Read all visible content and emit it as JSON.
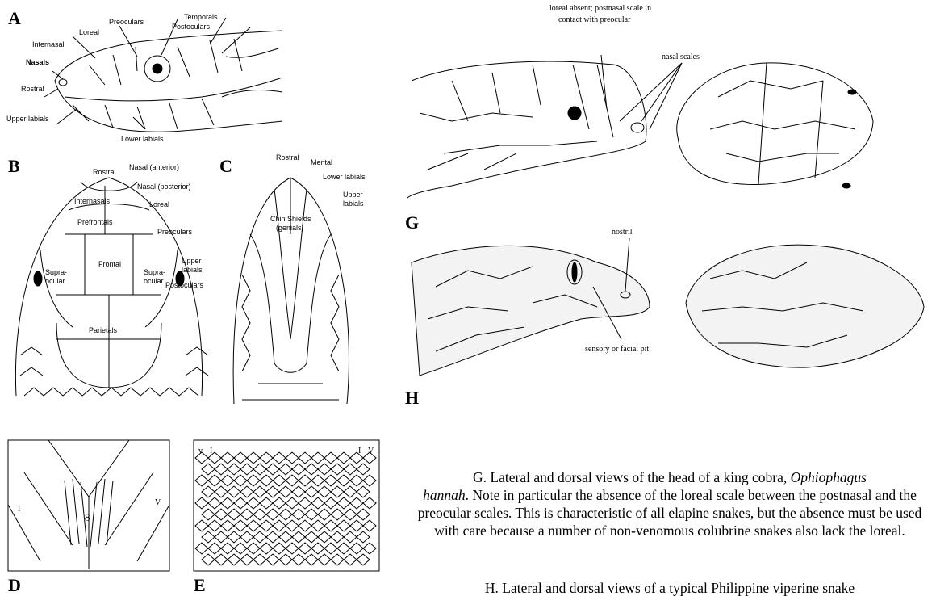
{
  "panels": {
    "A": "A",
    "B": "B",
    "C": "C",
    "D": "D",
    "E": "E",
    "G": "G",
    "H": "H"
  },
  "fig_a": {
    "labels": [
      "Internasal",
      "Loreal",
      "Preoculars",
      "Postoculars",
      "Temporals",
      "Nasals",
      "Rostral",
      "Upper labials",
      "Lower labials"
    ]
  },
  "fig_b": {
    "labels": [
      "Rostral",
      "Nasal (anterior)",
      "Internasals",
      "Nasal (posterior)",
      "Loreal",
      "Prefrontals",
      "Preoculars",
      "Frontal",
      "Supra-",
      "ocular",
      "Supra-",
      "ocular",
      "Upper",
      "labials",
      "Postoculars",
      "Parietals"
    ]
  },
  "fig_c": {
    "labels": [
      "Rostral",
      "Mental",
      "Lower labials",
      "Upper",
      "labials",
      "Chin Shields",
      "(genials)"
    ]
  },
  "fig_d": {
    "marks": [
      "I",
      "V",
      "8"
    ]
  },
  "fig_e": {
    "marks": [
      "v",
      "I",
      "I",
      "V"
    ]
  },
  "fig_g": {
    "callout1_line1": "loreal absent; postnasal scale in",
    "callout1_line2": "contact with preocular",
    "callout2": "nasal scales"
  },
  "fig_h": {
    "callout1": "nostril",
    "callout2": "sensory or facial pit"
  },
  "caption_g": {
    "p1_pre": "G. Lateral and dorsal views of the head of a king cobra, ",
    "p1_italic1": "Ophiophagus",
    "p1_italic2": "hannah",
    "p1_rest": ". Note in particular the absence of the loreal scale between the postnasal and the preocular scales. This is characteristic of all elapine snakes, but the absence must be used with care because a number of non-venomous colubrine snakes also lack the loreal."
  },
  "caption_h": {
    "partial": "H. Lateral and dorsal views of a typical Philippine viperine snake"
  }
}
